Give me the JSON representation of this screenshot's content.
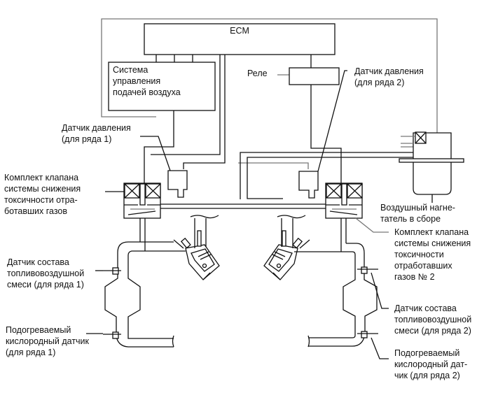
{
  "diagram": {
    "title": "ECM",
    "labels": {
      "air_control": "Система\nуправления\nподачей воздуха",
      "relay": "Реле",
      "pressure_sensor_2": "Датчик давления\n(для ряда 2)",
      "pressure_sensor_1": "Датчик давления\n(для ряда 1)",
      "valve_1": "Комплект клапана\nсистемы снижения\nтоксичности отра-\nботавших газов",
      "air_pump": "Воздушный нагне-\nтатель в сборе",
      "valve_2": "Комплект клапана\nсистемы снижения\nтоксичности\nотработавших\nгазов № 2",
      "af_sensor_1": "Датчик состава\nтопливовоздушной\nсмеси (для ряда 1)",
      "o2_sensor_1": "Подогреваемый\nкислородный датчик\n(для ряда 1)",
      "af_sensor_2": "Датчик состава\nтопливовоздушной\nсмеси (для ряда 2)",
      "o2_sensor_2": "Подогреваемый\nкислородный дат-\nчик (для ряда 2)"
    }
  }
}
